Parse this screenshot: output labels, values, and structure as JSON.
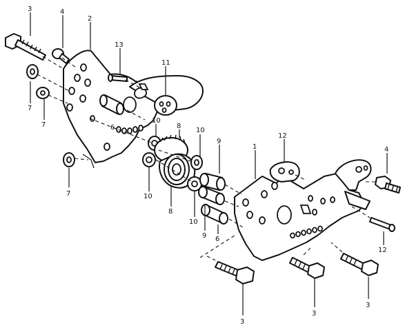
{
  "callouts": {
    "c1": "3",
    "c2": "4",
    "c3": "2",
    "c4": "13",
    "c5": "11",
    "c6": "7",
    "c7": "7",
    "c8": "6",
    "c9": "10",
    "c10": "8",
    "c11": "10",
    "c12": "9",
    "c13": "1",
    "c14": "12",
    "c15": "4",
    "c16": "7",
    "c17": "10",
    "c18": "8",
    "c19": "10",
    "c20": "9",
    "c21": "6",
    "c22": "12",
    "c23": "3",
    "c24": "3",
    "c25": "3"
  }
}
